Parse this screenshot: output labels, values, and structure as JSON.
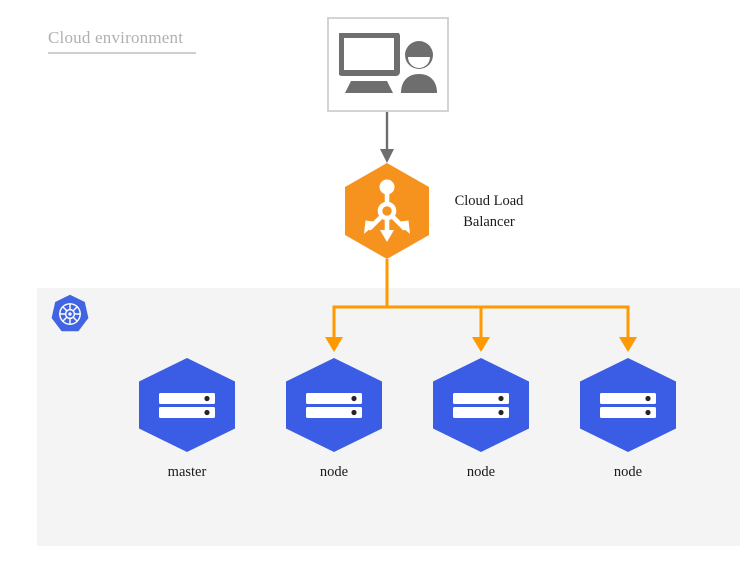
{
  "diagram": {
    "title": "Cloud environment",
    "background_color": "#ffffff",
    "panel_color": "#f4f4f4",
    "colors": {
      "load_balancer": "#f5931e",
      "connector_orange": "#ff9900",
      "node_blue": "#3b5ce5",
      "kubernetes_blue": "#4164e3",
      "client_gray": "#6e6e6e",
      "client_border": "#d3d3d3",
      "title_gray": "#b0b0b0",
      "arrow_gray": "#6e6e6e"
    },
    "client": {
      "icon": "desktop-user-icon",
      "label": ""
    },
    "load_balancer": {
      "icon": "load-balancer-icon",
      "label_line1": "Cloud Load",
      "label_line2": "Balancer",
      "shape": "hexagon",
      "color": "#f5931e"
    },
    "cluster": {
      "logo_icon": "kubernetes-logo-icon",
      "nodes": [
        {
          "label": "master",
          "icon": "server-rack-icon",
          "has_incoming_arrow": false
        },
        {
          "label": "node",
          "icon": "server-rack-icon",
          "has_incoming_arrow": true
        },
        {
          "label": "node",
          "icon": "server-rack-icon",
          "has_incoming_arrow": true
        },
        {
          "label": "node",
          "icon": "server-rack-icon",
          "has_incoming_arrow": true
        }
      ]
    },
    "connections": [
      {
        "from": "client",
        "to": "load_balancer",
        "style": "arrow",
        "color": "#6e6e6e"
      },
      {
        "from": "load_balancer",
        "to": "node-1",
        "style": "arrow",
        "color": "#ff9900"
      },
      {
        "from": "load_balancer",
        "to": "node-2",
        "style": "arrow",
        "color": "#ff9900"
      },
      {
        "from": "load_balancer",
        "to": "node-3",
        "style": "arrow",
        "color": "#ff9900"
      }
    ]
  }
}
